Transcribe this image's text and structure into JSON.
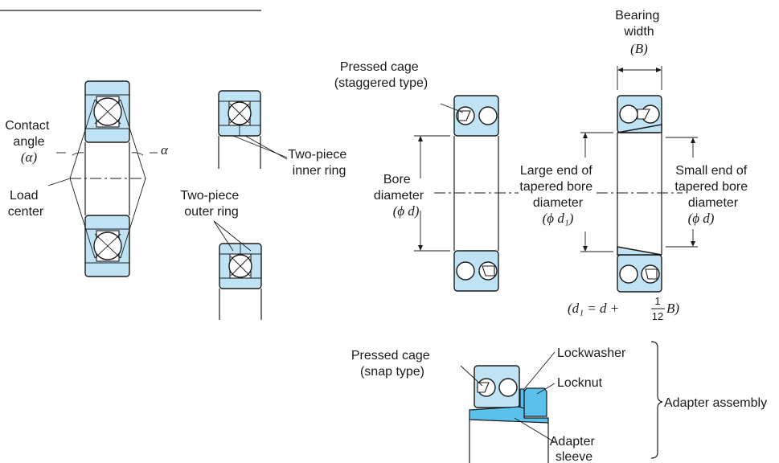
{
  "labels": {
    "contact_angle": [
      "Contact",
      "angle"
    ],
    "alpha_symbol": "(α)",
    "alpha": "α",
    "load_center": [
      "Load",
      "center"
    ],
    "two_piece_inner_ring": [
      "Two-piece",
      "inner ring"
    ],
    "two_piece_outer_ring": [
      "Two-piece",
      "outer ring"
    ],
    "pressed_cage_staggered": [
      "Pressed cage",
      "(staggered type)"
    ],
    "bearing_width": [
      "Bearing",
      "width"
    ],
    "bearing_width_symbol": "(B)",
    "bore_diameter": [
      "Bore",
      "diameter"
    ],
    "bore_diameter_symbol": "(ϕ d)",
    "large_end": [
      "Large end of",
      "tapered bore",
      "diameter"
    ],
    "large_end_symbol": "(ϕ d₁)",
    "small_end": [
      "Small end of",
      "tapered bore",
      "diameter"
    ],
    "small_end_symbol": "(ϕ d)",
    "formula_lhs": "(d₁ = d + ",
    "formula_num": "1",
    "formula_den": "12",
    "formula_rhs": " B)",
    "pressed_cage_snap": [
      "Pressed cage",
      "(snap type)"
    ],
    "lockwasher": "Lockwasher",
    "locknut": "Locknut",
    "adapter_assembly": "Adapter assembly",
    "adapter_sleeve": [
      "Adapter",
      "sleeve"
    ]
  },
  "colors": {
    "ring_fill": "#bfe3f5",
    "locknut_fill": "#59c1ec",
    "line": "#1a1a1a"
  }
}
